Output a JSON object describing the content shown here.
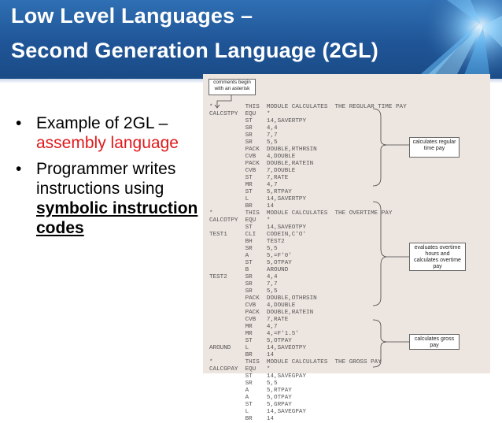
{
  "header": {
    "title_line1": "Low Level Languages –",
    "title_line2": "Second Generation Language (2GL)"
  },
  "bullets": [
    {
      "prefix": "Example of 2GL – ",
      "highlight": "assembly language",
      "suffix": ""
    },
    {
      "prefix": "Programmer writes instructions using  ",
      "highlight": "symbolic instruction codes",
      "suffix": ""
    }
  ],
  "bullet_symbol": "•",
  "figure": {
    "note": "comments begin with an asterisk",
    "callouts": [
      "calculates regular time pay",
      "evaluates overtime hours and calculates overtime pay",
      "calculates gross pay"
    ],
    "code_lines": [
      {
        "label": "*",
        "op": "THIS",
        "arg": "MODULE CALCULATES  THE REGULAR TIME PAY"
      },
      {
        "label": "CALCSTPY",
        "op": "EQU",
        "arg": "*"
      },
      {
        "label": "",
        "op": "ST",
        "arg": "14,SAVERTPY"
      },
      {
        "label": "",
        "op": "SR",
        "arg": "4,4"
      },
      {
        "label": "",
        "op": "SR",
        "arg": "7,7"
      },
      {
        "label": "",
        "op": "SR",
        "arg": "5,5"
      },
      {
        "label": "",
        "op": "PACK",
        "arg": "DOUBLE,RTHRSIN"
      },
      {
        "label": "",
        "op": "CVB",
        "arg": "4,DOUBLE"
      },
      {
        "label": "",
        "op": "PACK",
        "arg": "DOUBLE,RATEIN"
      },
      {
        "label": "",
        "op": "CVB",
        "arg": "7,DOUBLE"
      },
      {
        "label": "",
        "op": "ST",
        "arg": "7,RATE"
      },
      {
        "label": "",
        "op": "MR",
        "arg": "4,7"
      },
      {
        "label": "",
        "op": "ST",
        "arg": "5,RTPAY"
      },
      {
        "label": "",
        "op": "L",
        "arg": "14,SAVERTPY"
      },
      {
        "label": "",
        "op": "BR",
        "arg": "14"
      },
      {
        "label": "*",
        "op": "THIS",
        "arg": "MODULE CALCULATES  THE OVERTIME PAY"
      },
      {
        "label": "CALCOTPY",
        "op": "EQU",
        "arg": "*"
      },
      {
        "label": "",
        "op": "ST",
        "arg": "14,SAVEOTPY"
      },
      {
        "label": "TEST1",
        "op": "CLI",
        "arg": "CODEIN,C'O'"
      },
      {
        "label": "",
        "op": "BH",
        "arg": "TEST2"
      },
      {
        "label": "",
        "op": "SR",
        "arg": "5,5"
      },
      {
        "label": "",
        "op": "A",
        "arg": "5,=F'0'"
      },
      {
        "label": "",
        "op": "ST",
        "arg": "5,OTPAY"
      },
      {
        "label": "",
        "op": "B",
        "arg": "AROUND"
      },
      {
        "label": "TEST2",
        "op": "SR",
        "arg": "4,4"
      },
      {
        "label": "",
        "op": "SR",
        "arg": "7,7"
      },
      {
        "label": "",
        "op": "SR",
        "arg": "5,5"
      },
      {
        "label": "",
        "op": "PACK",
        "arg": "DOUBLE,OTHRSIN"
      },
      {
        "label": "",
        "op": "CVB",
        "arg": "4,DOUBLE"
      },
      {
        "label": "",
        "op": "PACK",
        "arg": "DOUBLE,RATEIN"
      },
      {
        "label": "",
        "op": "CVB",
        "arg": "7,RATE"
      },
      {
        "label": "",
        "op": "MR",
        "arg": "4,7"
      },
      {
        "label": "",
        "op": "MR",
        "arg": "4,=F'1.5'"
      },
      {
        "label": "",
        "op": "ST",
        "arg": "5,OTPAY"
      },
      {
        "label": "AROUND",
        "op": "L",
        "arg": "14,SAVEOTPY"
      },
      {
        "label": "",
        "op": "BR",
        "arg": "14"
      },
      {
        "label": "*",
        "op": "THIS",
        "arg": "MODULE CALCULATES  THE GROSS PAY"
      },
      {
        "label": "CALCGPAY",
        "op": "EQU",
        "arg": "*"
      },
      {
        "label": "",
        "op": "ST",
        "arg": "14,SAVEGPAY"
      },
      {
        "label": "",
        "op": "SR",
        "arg": "5,5"
      },
      {
        "label": "",
        "op": "A",
        "arg": "5,RTPAY"
      },
      {
        "label": "",
        "op": "A",
        "arg": "5,OTPAY"
      },
      {
        "label": "",
        "op": "ST",
        "arg": "5,GRPAY"
      },
      {
        "label": "",
        "op": "L",
        "arg": "14,SAVEGPAY"
      },
      {
        "label": "",
        "op": "BR",
        "arg": "14"
      }
    ]
  }
}
